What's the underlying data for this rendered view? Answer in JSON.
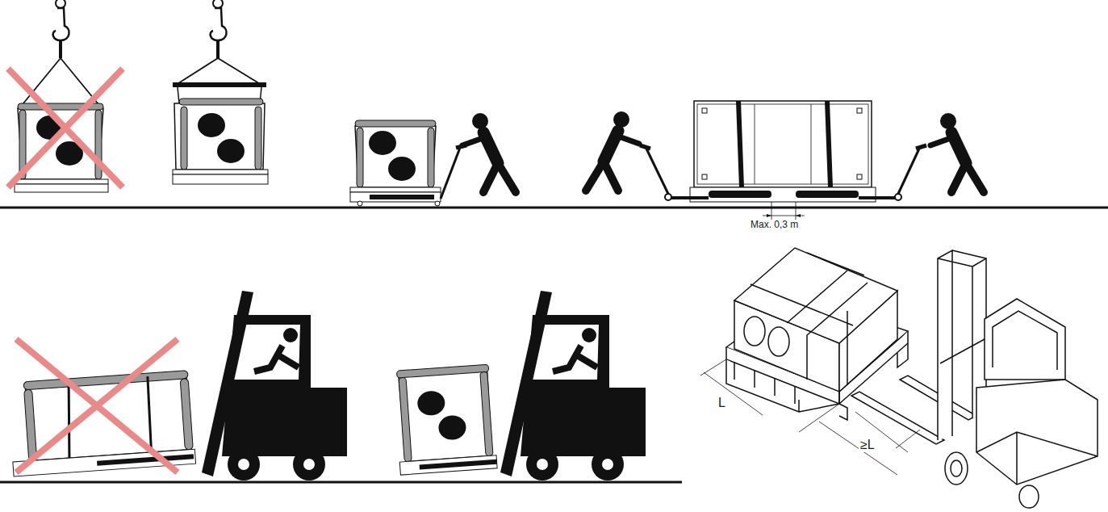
{
  "diagram": {
    "labels": [
      "Max. 0,3 m",
      "L",
      "≥L"
    ]
  }
}
